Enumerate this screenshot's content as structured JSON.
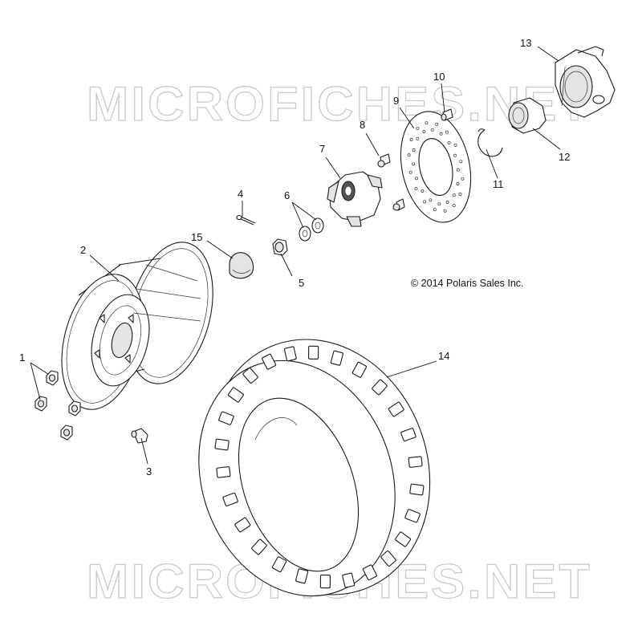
{
  "watermark": {
    "text": "MICROFICHES.NET"
  },
  "copyright": "© 2014 Polaris Sales Inc.",
  "callouts": [
    {
      "id": "1",
      "label": "1"
    },
    {
      "id": "2",
      "label": "2"
    },
    {
      "id": "3",
      "label": "3"
    },
    {
      "id": "4",
      "label": "4"
    },
    {
      "id": "5",
      "label": "5"
    },
    {
      "id": "6",
      "label": "6"
    },
    {
      "id": "7",
      "label": "7"
    },
    {
      "id": "8",
      "label": "8"
    },
    {
      "id": "9",
      "label": "9"
    },
    {
      "id": "10",
      "label": "10"
    },
    {
      "id": "11",
      "label": "11"
    },
    {
      "id": "12",
      "label": "12"
    },
    {
      "id": "13",
      "label": "13"
    },
    {
      "id": "14",
      "label": "14"
    },
    {
      "id": "15",
      "label": "15"
    }
  ]
}
